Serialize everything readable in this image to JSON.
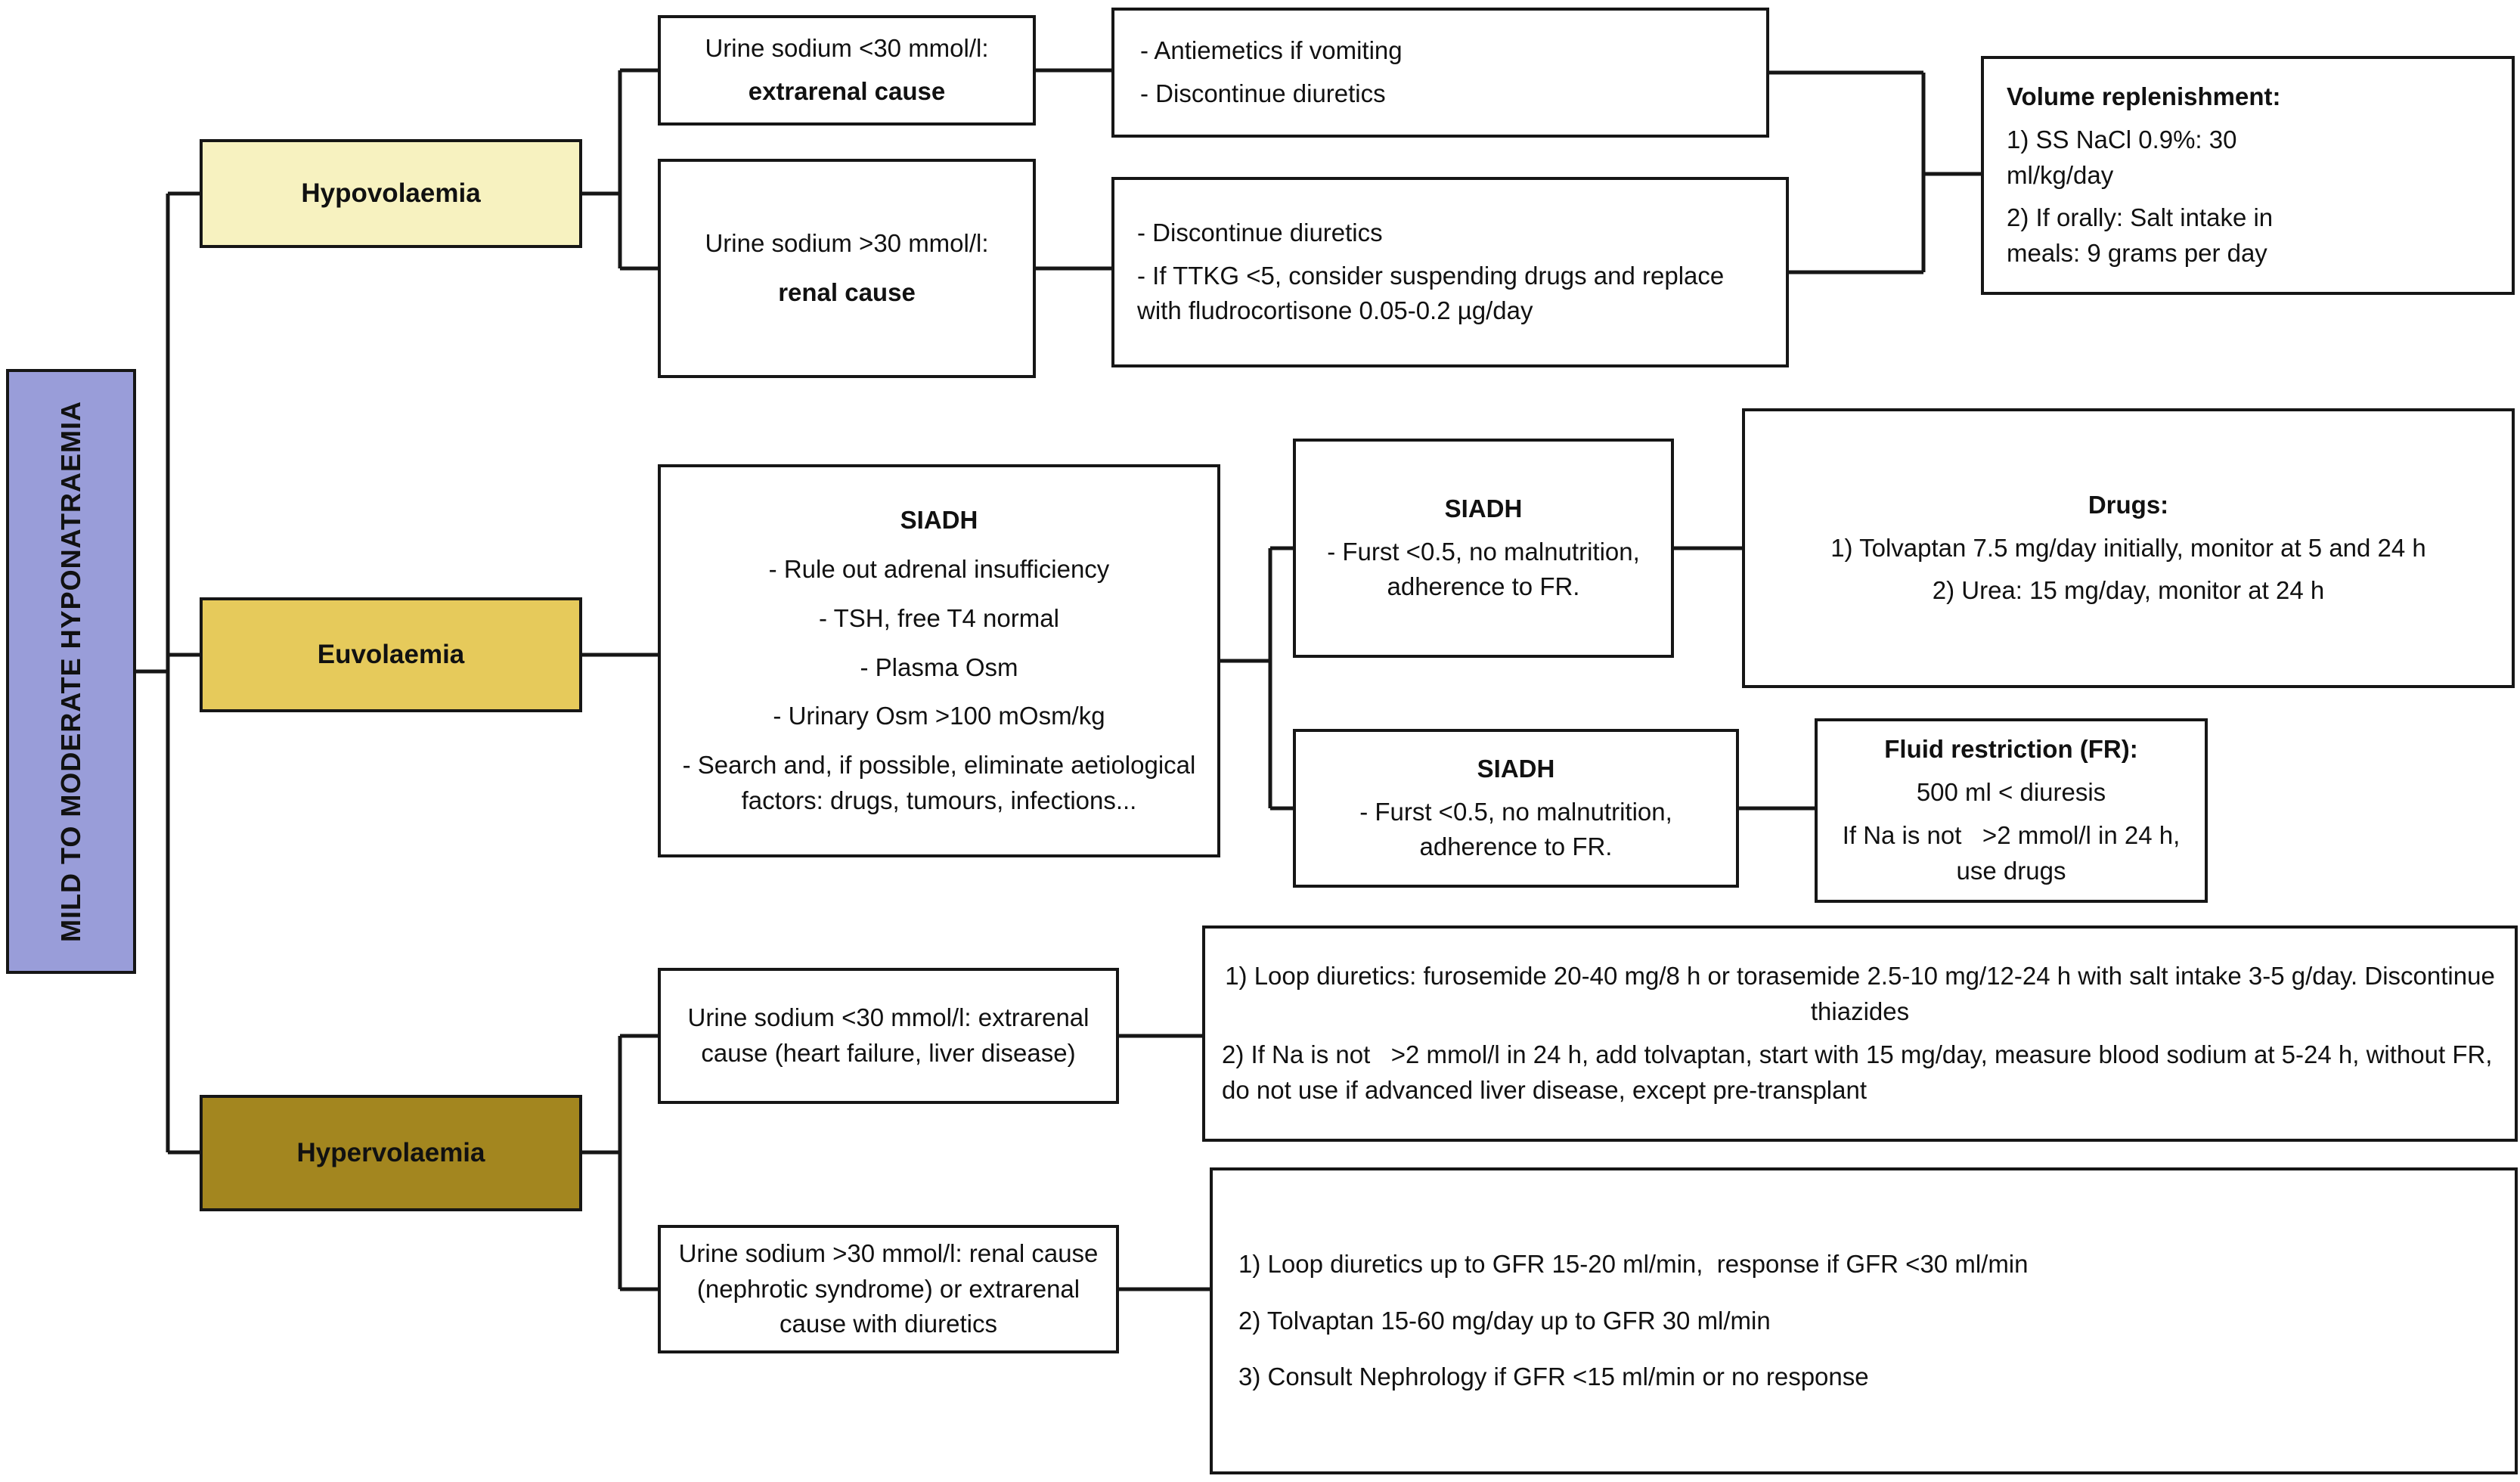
{
  "title": "MILD TO MODERATE HYPONATRAEMIA",
  "colors": {
    "root": "#999dd9",
    "hypovolaemia": "#f7f2c0",
    "euvolaemia": "#e6ca5b",
    "hypervolaemia": "#a3861f",
    "line": "#161616"
  },
  "hypovolaemia": {
    "label": "Hypovolaemia",
    "extrarenal_cause": {
      "line1": "Urine sodium <30 mmol/l:",
      "line2": "extrarenal cause"
    },
    "extrarenal_treatment": {
      "item1": "-  Antiemetics if vomiting",
      "item2": "-  Discontinue diuretics"
    },
    "renal_cause": {
      "line1": "Urine sodium >30 mmol/l:",
      "line2": "renal cause"
    },
    "renal_treatment": {
      "item1": "-  Discontinue diuretics",
      "item2": "-  If TTKG <5, consider suspending drugs and replace with fludrocortisone 0.05-0.2 µg/day"
    },
    "volume_replenishment": {
      "title": "Volume replenishment:",
      "item1": "1)  SS NaCl 0.9%: 30 ml/kg/day",
      "item2": "2) If orally: Salt intake in meals: 9 grams per day"
    }
  },
  "euvolaemia": {
    "label": "Euvolaemia",
    "siadh_workup": {
      "title": "SIADH",
      "item1": "-  Rule out adrenal insufficiency",
      "item2": "- TSH, free T4 normal",
      "item3": "- Plasma Osm",
      "item4": "- Urinary Osm >100 mOsm/kg",
      "item5": "- Search and, if possible, eliminate aetiological factors: drugs, tumours, infections..."
    },
    "siadh_drugs_criteria": {
      "title": "SIADH",
      "body": "-  Furst <0.5, no malnutrition, adherence to FR."
    },
    "drugs": {
      "title": "Drugs:",
      "item1": "1)  Tolvaptan 7.5 mg/day initially, monitor at 5 and 24 h",
      "item2": "2) Urea: 15 mg/day, monitor at 24 h"
    },
    "siadh_fr_criteria": {
      "title": "SIADH",
      "body": "-  Furst <0.5, no malnutrition, adherence to FR."
    },
    "fluid_restriction": {
      "title": "Fluid restriction (FR):",
      "item1": "500 ml < diuresis",
      "item2": "If Na is not   >2 mmol/l in 24 h, use drugs"
    }
  },
  "hypervolaemia": {
    "label": "Hypervolaemia",
    "extrarenal_cause": "Urine sodium <30 mmol/l: extrarenal cause (heart failure, liver disease)",
    "extrarenal_treatment": {
      "item1": "1)  Loop diuretics: furosemide 20-40 mg/8 h or torasemide 2.5-10 mg/12-24 h with salt intake 3-5 g/day. Discontinue thiazides",
      "item2": "2) If Na is not   >2 mmol/l in 24 h, add tolvaptan, start with 15 mg/day, measure blood sodium at 5-24 h, without FR, do not use if advanced liver disease, except pre-transplant"
    },
    "renal_cause": "Urine sodium >30 mmol/l: renal cause (nephrotic syndrome) or extrarenal cause with diuretics",
    "renal_treatment": {
      "item1": "1)  Loop diuretics up to GFR 15-20 ml/min,  response if GFR <30 ml/min",
      "item2": "2)  Tolvaptan 15-60 mg/day up to GFR 30 ml/min",
      "item3": "3) Consult Nephrology if GFR <15 ml/min or no response"
    }
  }
}
